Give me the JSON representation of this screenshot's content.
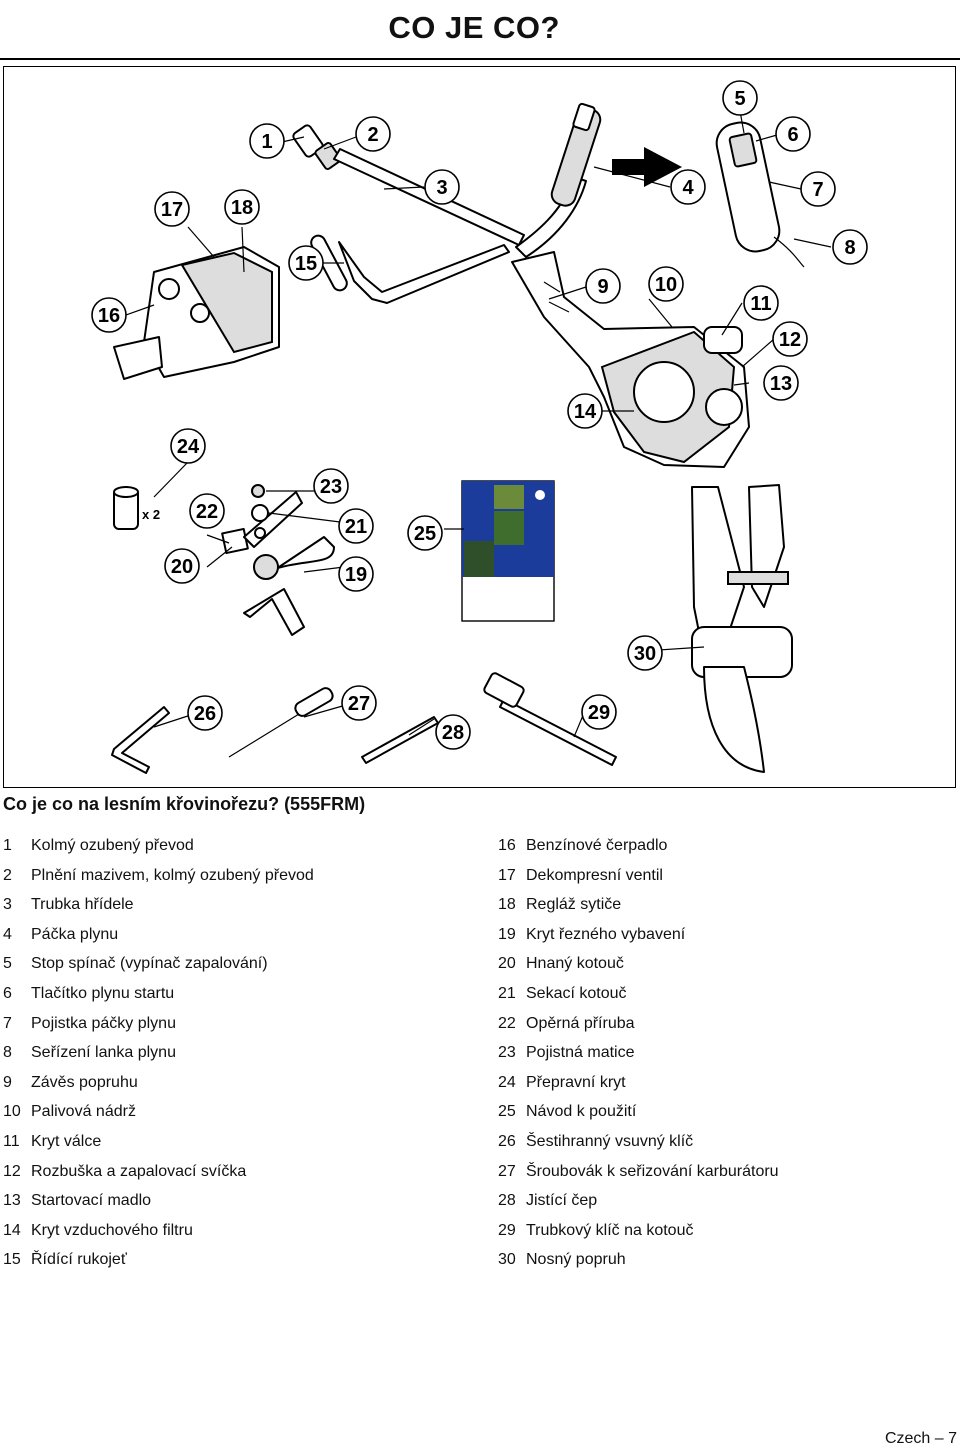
{
  "page_title": "CO JE CO?",
  "figure": {
    "callout_numbers": [
      "1",
      "2",
      "3",
      "4",
      "5",
      "6",
      "7",
      "8",
      "9",
      "10",
      "11",
      "12",
      "13",
      "14",
      "15",
      "16",
      "17",
      "18",
      "19",
      "20",
      "21",
      "22",
      "23",
      "24",
      "25",
      "26",
      "27",
      "28",
      "29",
      "30"
    ],
    "multiplier_label": "x 2",
    "icons": [
      "bevel-gear",
      "trimmer-shaft",
      "handle-bar",
      "throttle-handle",
      "engine",
      "fuel-pump",
      "transport-guard",
      "saw-blade",
      "manual-book",
      "harness",
      "hex-key",
      "screwdriver",
      "locking-pin",
      "tube-spanner"
    ],
    "accent_color": "#1c3c9c"
  },
  "heading": "Co je co na lesním křovinořezu? (555FRM)",
  "items_left": [
    {
      "num": "1",
      "label": "Kolmý ozubený převod"
    },
    {
      "num": "2",
      "label": "Plnění mazivem, kolmý ozubený převod"
    },
    {
      "num": "3",
      "label": "Trubka hřídele"
    },
    {
      "num": "4",
      "label": "Páčka plynu"
    },
    {
      "num": "5",
      "label": "Stop spínač (vypínač zapalování)"
    },
    {
      "num": "6",
      "label": "Tlačítko plynu startu"
    },
    {
      "num": "7",
      "label": "Pojistka páčky plynu"
    },
    {
      "num": "8",
      "label": "Seřízení lanka plynu"
    },
    {
      "num": "9",
      "label": "Závěs popruhu"
    },
    {
      "num": "10",
      "label": "Palivová nádrž"
    },
    {
      "num": "11",
      "label": "Kryt válce"
    },
    {
      "num": "12",
      "label": "Rozbuška a zapalovací svíčka"
    },
    {
      "num": "13",
      "label": "Startovací madlo"
    },
    {
      "num": "14",
      "label": "Kryt vzduchového filtru"
    },
    {
      "num": "15",
      "label": "Řídící rukojeť"
    }
  ],
  "items_right": [
    {
      "num": "16",
      "label": "Benzínové čerpadlo"
    },
    {
      "num": "17",
      "label": "Dekompresní ventil"
    },
    {
      "num": "18",
      "label": "Regláž sytiče"
    },
    {
      "num": "19",
      "label": "Kryt řezného vybavení"
    },
    {
      "num": "20",
      "label": "Hnaný kotouč"
    },
    {
      "num": "21",
      "label": "Sekací kotouč"
    },
    {
      "num": "22",
      "label": "Opěrná příruba"
    },
    {
      "num": "23",
      "label": "Pojistná matice"
    },
    {
      "num": "24",
      "label": "Přepravní kryt"
    },
    {
      "num": "25",
      "label": "Návod k použití"
    },
    {
      "num": "26",
      "label": "Šestihranný vsuvný klíč"
    },
    {
      "num": "27",
      "label": "Šroubovák k seřizování karburátoru"
    },
    {
      "num": "28",
      "label": "Jistící čep"
    },
    {
      "num": "29",
      "label": "Trubkový klíč na kotouč"
    },
    {
      "num": "30",
      "label": "Nosný popruh"
    }
  ],
  "footer": "Czech – 7"
}
